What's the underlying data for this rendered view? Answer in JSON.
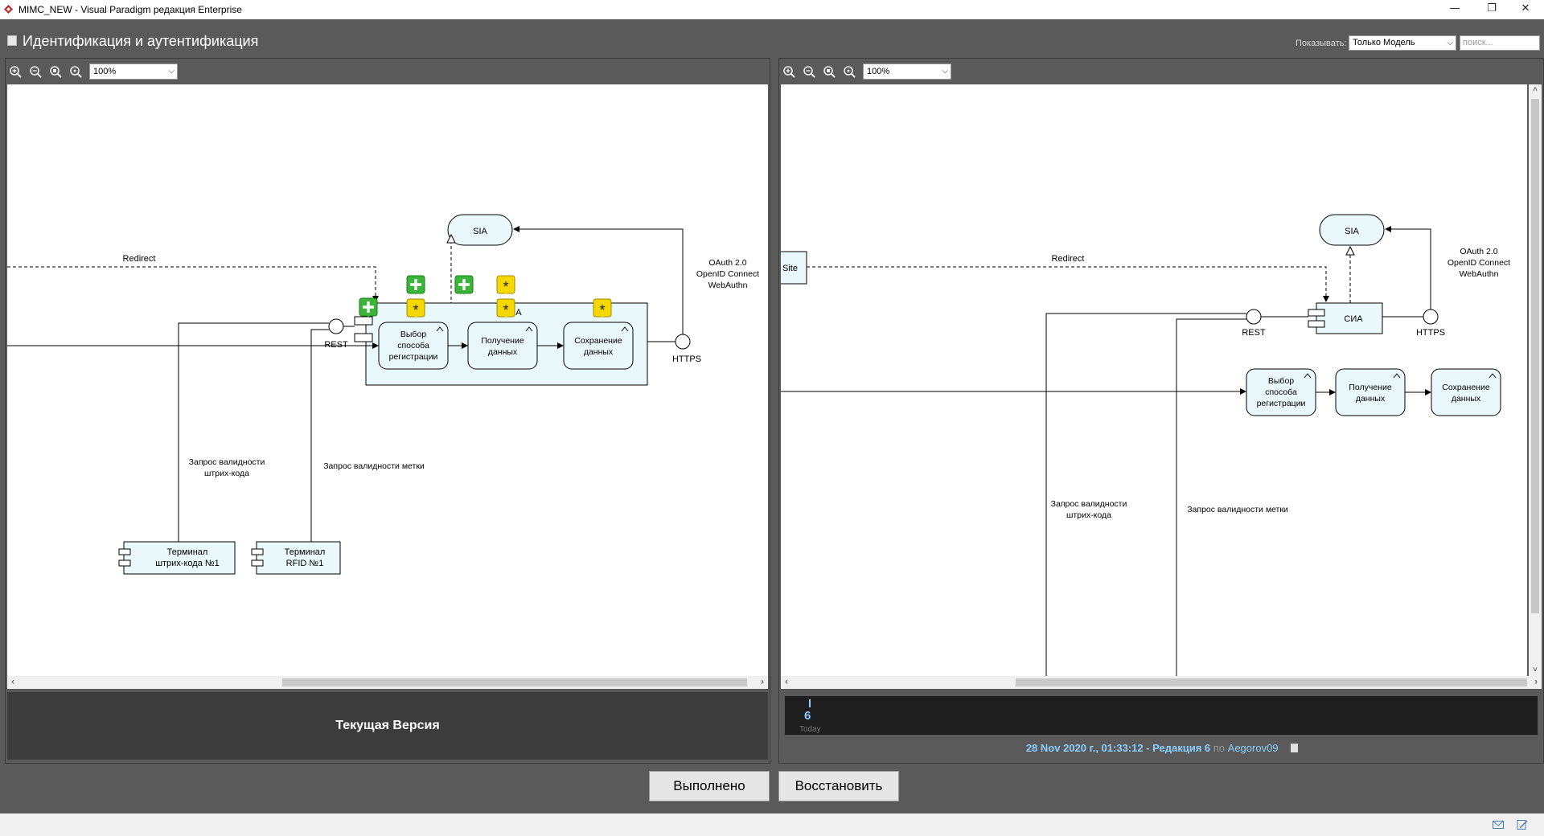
{
  "window": {
    "title": "MIMC_NEW - Visual Paradigm редакция Enterprise",
    "minimize": "—",
    "restore": "❐",
    "close": "✕"
  },
  "header": {
    "diagram_title": "Идентификация и аутентификация",
    "show_label": "Показывать:",
    "show_value": "Только Модель",
    "search_placeholder": "поиск..."
  },
  "zoom": {
    "left": "100%",
    "right": "100%"
  },
  "left_diagram": {
    "sia_label": "SIA",
    "redirect_label": "Redirect",
    "oauth_lines": [
      "OAuth 2.0",
      "OpenID Connect",
      "WebAuthn"
    ],
    "rest_label": "REST",
    "https_label": "HTTPS",
    "component_label": "СИА",
    "tasks": [
      [
        "Выбор",
        "способа",
        "регистрации"
      ],
      [
        "Получение",
        "данных"
      ],
      [
        "Сохранение",
        "данных"
      ]
    ],
    "barcode_request": [
      "Запрос валидности",
      "штрих-кода"
    ],
    "rfid_request": "Запрос валидности метки",
    "terminals": [
      [
        "Терминал",
        "штрих-кода №1"
      ],
      [
        "Терминал",
        "RFID №1"
      ]
    ]
  },
  "right_diagram": {
    "site_label": "Site",
    "sia_label": "SIA",
    "redirect_label": "Redirect",
    "oauth_lines": [
      "OAuth 2.0",
      "OpenID Connect",
      "WebAuthn"
    ],
    "rest_label": "REST",
    "https_label": "HTTPS",
    "component_label": "СИА",
    "tasks": [
      [
        "Выбор",
        "способа",
        "регистрации"
      ],
      [
        "Получение",
        "данных"
      ],
      [
        "Сохранение",
        "данных"
      ]
    ],
    "barcode_request": [
      "Запрос валидности",
      "штрих-кода"
    ],
    "rfid_request": "Запрос валидности метки"
  },
  "left_footer": {
    "label": "Текущая Версия"
  },
  "timeline": {
    "revision_number": "6",
    "today_label": "Today",
    "date_text": "28 Nov 2020 г., 01:33:12 - Редакция 6",
    "by_text": "по",
    "user": "Aegorov09"
  },
  "buttons": {
    "done": "Выполнено",
    "restore": "Восстановить"
  },
  "colors": {
    "bg": "#5a5a5a",
    "accent_text": "#8ccfff",
    "element_fill": "#e8f8fb",
    "marker_green": "#3ab53a",
    "marker_yellow": "#f5d800"
  }
}
